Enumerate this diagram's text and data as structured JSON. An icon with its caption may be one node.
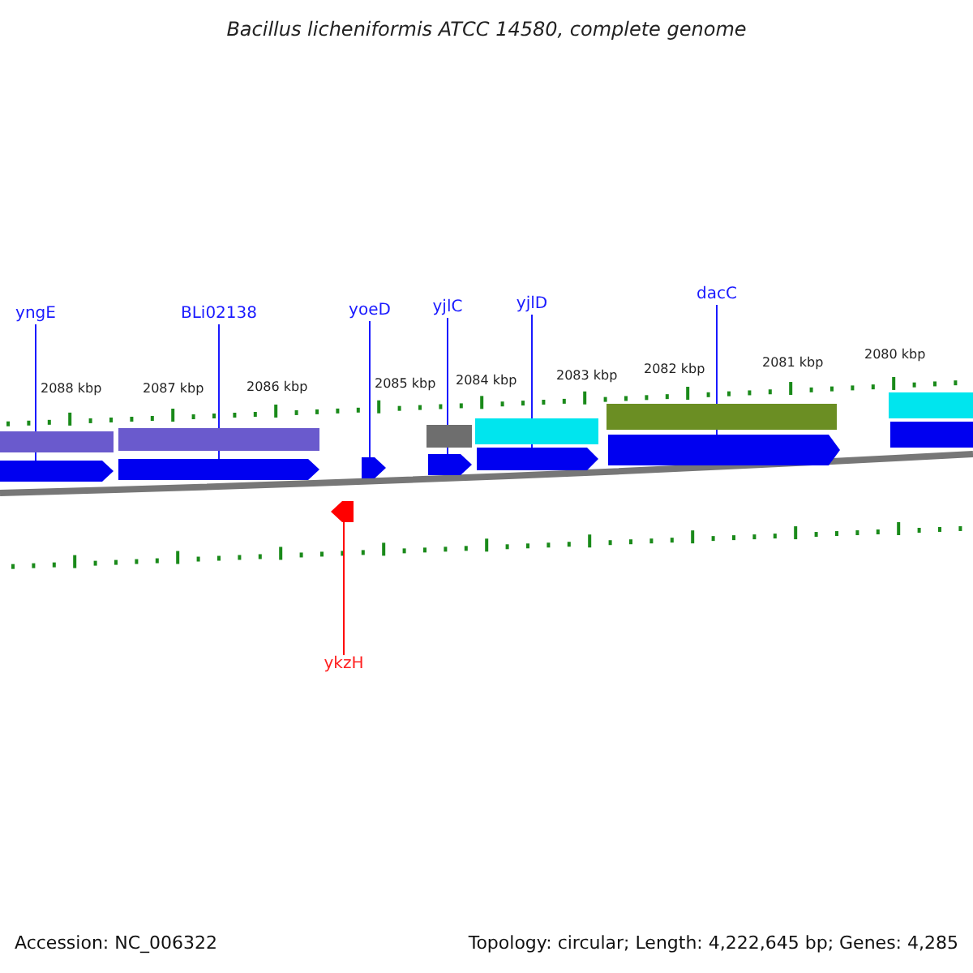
{
  "diagram": {
    "title": "Bacillus licheniformis ATCC 14580, complete genome",
    "nodes": [
      {
        "text": [
          "yngE"
        ]
      },
      {
        "text": [
          "BLi02138"
        ]
      },
      {
        "text": [
          "yoeD"
        ]
      },
      {
        "text": [
          "yjlC"
        ]
      },
      {
        "text": [
          "yjlD"
        ]
      },
      {
        "text": [
          "dacC"
        ]
      },
      {
        "text": [],
        "shape": "arrow"
      },
      {
        "text": [],
        "shape": "arrow"
      },
      {
        "text": [],
        "shape": "arrow"
      },
      {
        "text": [],
        "shape": "arrow"
      },
      {
        "text": [],
        "shape": "arrow"
      },
      {
        "text": [],
        "shape": "arrow"
      },
      {
        "text": [],
        "shape": "arrow"
      },
      {
        "text": [],
        "shape": "arrow"
      },
      {
        "text": [
          "ykzH"
        ]
      },
      {
        "text": [],
        "shape": "bar"
      },
      {
        "text": [],
        "shape": "bar"
      },
      {
        "text": [],
        "shape": "bar"
      },
      {
        "text": [],
        "shape": "bar"
      },
      {
        "text": [],
        "shape": "bar"
      },
      {
        "text": [],
        "shape": "bar"
      }
    ],
    "edges": [
      {
        "from": 0,
        "to": 6,
        "arrow": "none"
      },
      {
        "from": 1,
        "to": 7,
        "arrow": "none"
      },
      {
        "from": 2,
        "to": 8,
        "arrow": "none"
      },
      {
        "from": 3,
        "to": 9,
        "arrow": "none"
      },
      {
        "from": 4,
        "to": 10,
        "arrow": "none"
      },
      {
        "from": 5,
        "to": 11,
        "arrow": "none"
      },
      {
        "from": 14,
        "to": 13,
        "arrow": "none",
        "color": "#ff0000"
      }
    ],
    "labels": [
      "2088 kbp",
      "2087 kbp",
      "2086 kbp",
      "2085 kbp",
      "2084 kbp",
      "2083 kbp",
      "2082 kbp",
      "2081 kbp",
      "2080 kbp",
      "Accession: NC_006322",
      "Topology: circular; Length: 4,222,645 bp; Genes: 4,285"
    ]
  }
}
